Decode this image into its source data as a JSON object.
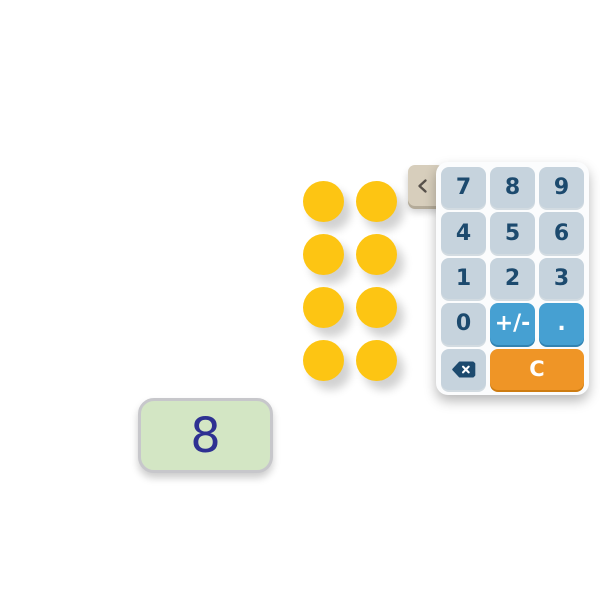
{
  "counters": {
    "count": 8,
    "dot_color": "#FDC513",
    "layout": {
      "columns": 2,
      "rows": 4
    }
  },
  "numpad": {
    "collapse_icon": "chevron-left",
    "digit_keys": [
      "7",
      "8",
      "9",
      "4",
      "5",
      "6",
      "1",
      "2",
      "3",
      "0"
    ],
    "sign_key": "+/-",
    "decimal_key": ".",
    "clear_key": "C",
    "backspace_icon": "backspace-x",
    "colors": {
      "key_default": "#C6D3DD",
      "key_accent": "#46A0D2",
      "key_clear": "#EF9526",
      "key_text": "#1C4A6E",
      "panel": "#FBFCFD",
      "tab": "#D7CEBC"
    }
  },
  "answer": {
    "value": "8",
    "box_color": "#D3E6C4",
    "text_color": "#2E3192"
  }
}
